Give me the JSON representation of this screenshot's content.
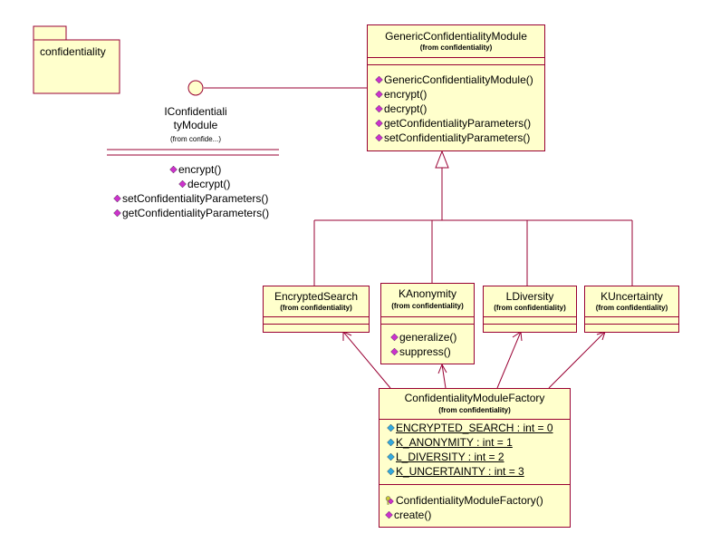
{
  "package": {
    "name": "confidentiality"
  },
  "interface": {
    "name_line1": "IConfidentiali",
    "name_line2": "tyModule",
    "from": "(from confide...)",
    "operations": [
      "encrypt()",
      "decrypt()",
      "setConfidentialityParameters()",
      "getConfidentialityParameters()"
    ]
  },
  "generic": {
    "name": "GenericConfidentialityModule",
    "from": "(from confidentiality)",
    "operations": [
      "GenericConfidentialityModule()",
      "encrypt()",
      "decrypt()",
      "getConfidentialityParameters()",
      "setConfidentialityParameters()"
    ]
  },
  "encrypted_search": {
    "name": "EncryptedSearch",
    "from": "(from confidentiality)"
  },
  "kanonymity": {
    "name": "KAnonymity",
    "from": "(from confidentiality)",
    "operations": [
      "generalize()",
      "suppress()"
    ]
  },
  "ldiversity": {
    "name": "LDiversity",
    "from": "(from confidentiality)"
  },
  "kuncertainty": {
    "name": "KUncertainty",
    "from": "(from confidentiality)"
  },
  "factory": {
    "name": "ConfidentialityModuleFactory",
    "from": "(from confidentiality)",
    "attributes": [
      "ENCRYPTED_SEARCH : int = 0",
      "K_ANONYMITY : int = 1",
      "L_DIVERSITY : int = 2",
      "K_UNCERTAINTY : int = 3"
    ],
    "operations": [
      "ConfidentialityModuleFactory()",
      "create()"
    ]
  },
  "colors": {
    "fill": "#ffffcc",
    "stroke": "#990033",
    "op_icon": "#cc33cc",
    "attr_icon": "#33aadd",
    "key_icon": "#cccc33"
  }
}
